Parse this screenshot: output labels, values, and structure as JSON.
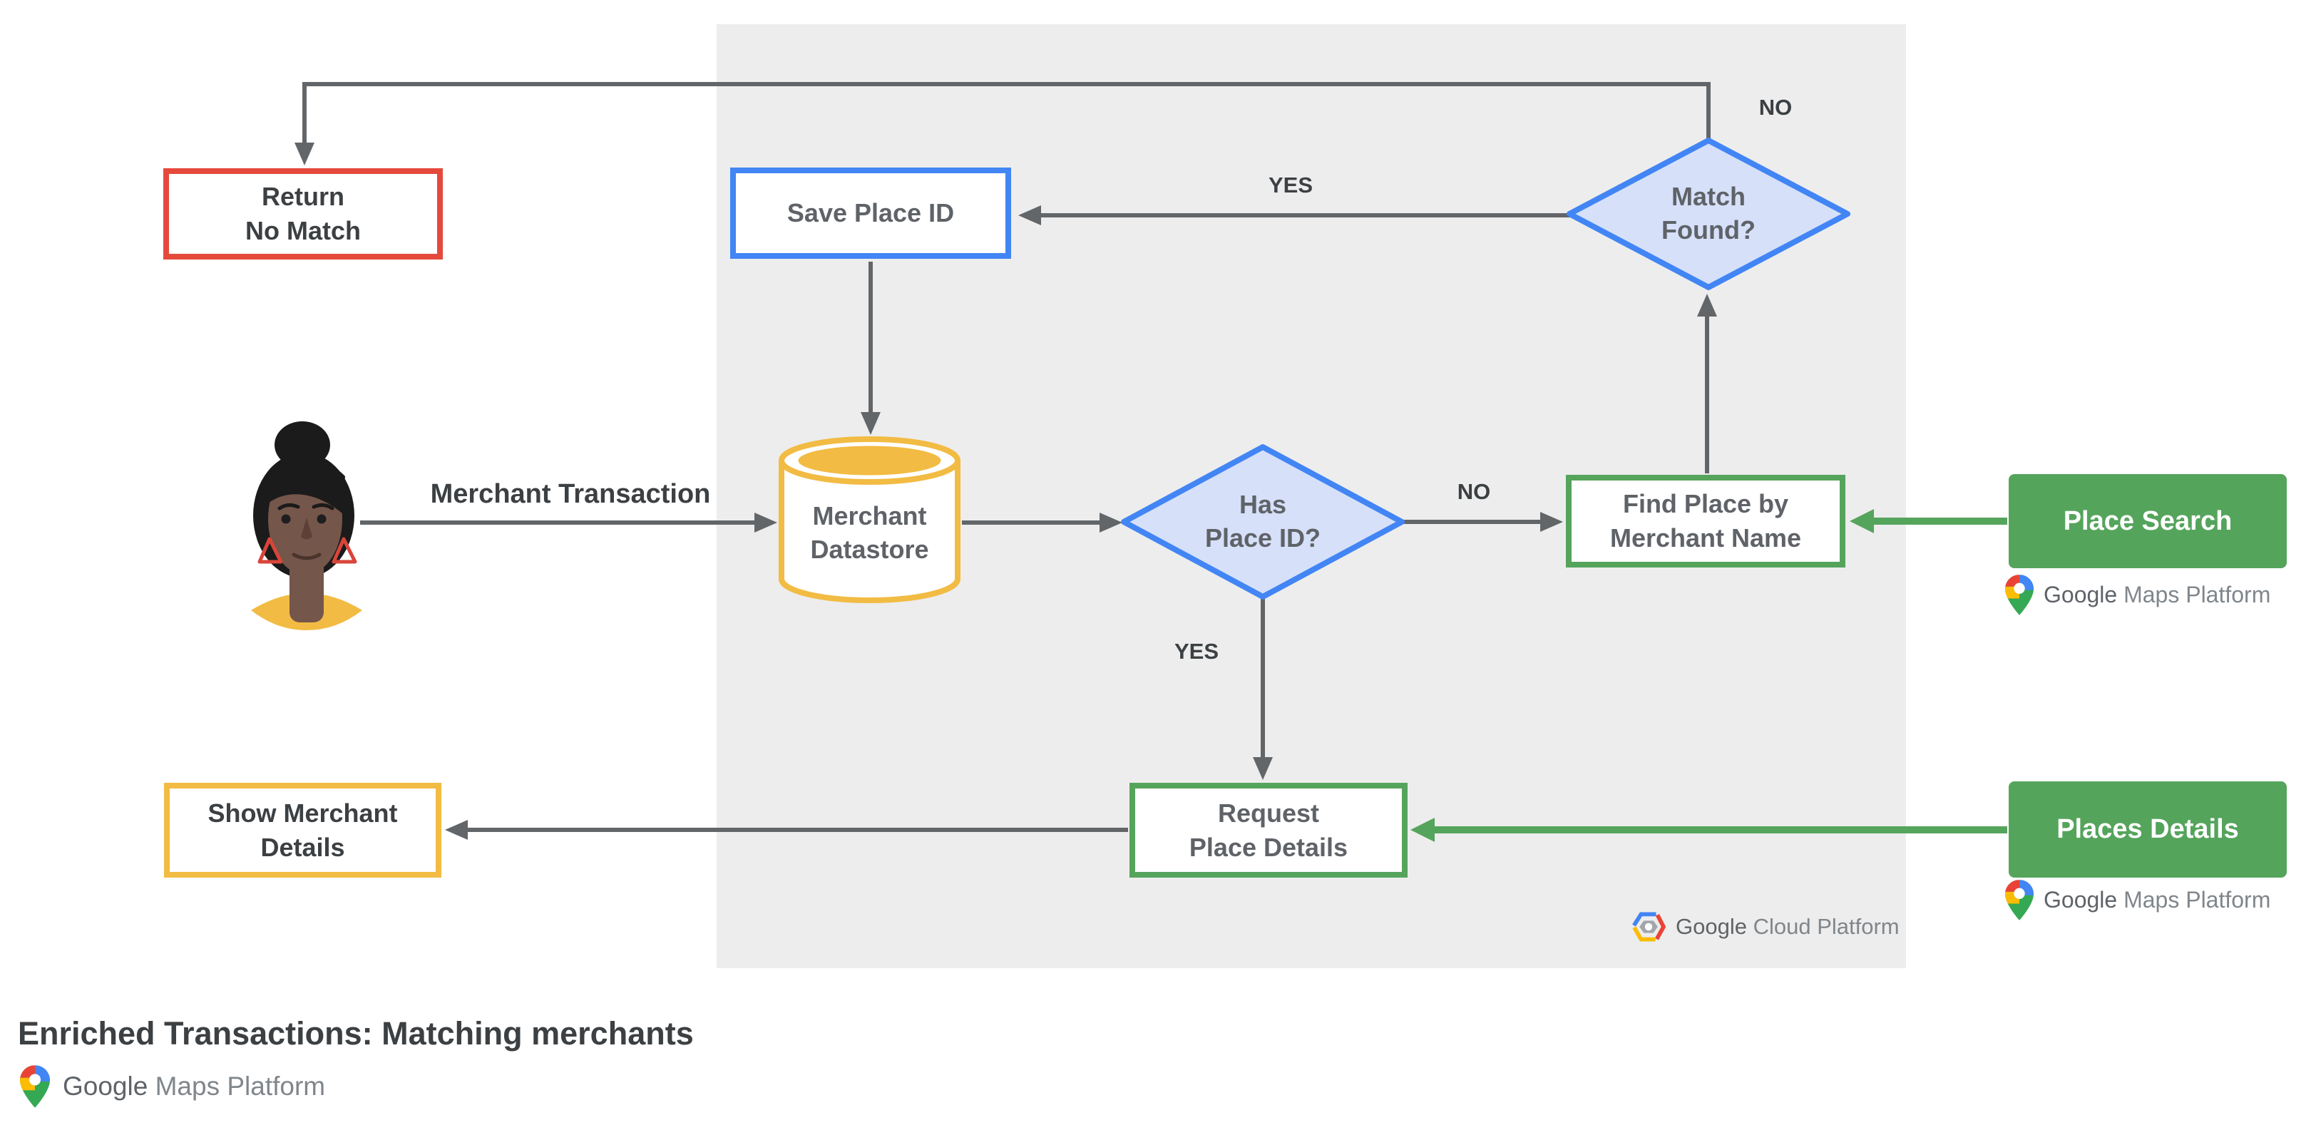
{
  "title": "Enriched Transactions: Matching merchants",
  "colors": {
    "red_border": "#E5493C",
    "blue_border": "#4285F4",
    "diamond_fill": "#D6E0F9",
    "yellow": "#F2BB43",
    "green": "#55A45C",
    "line_gray": "#636669",
    "text_dark": "#3C4043",
    "text_gray": "#5F6368",
    "panel_bg": "#EDEDED"
  },
  "nodes": {
    "return_no_match": {
      "line1": "Return",
      "line2": "No Match"
    },
    "save_place_id": {
      "label": "Save Place ID"
    },
    "match_found": {
      "line1": "Match",
      "line2": "Found?"
    },
    "merchant_datastore": {
      "line1": "Merchant",
      "line2": "Datastore"
    },
    "has_place_id": {
      "line1": "Has",
      "line2": "Place ID?"
    },
    "find_place": {
      "line1": "Find Place by",
      "line2": "Merchant Name"
    },
    "request_place_details": {
      "line1": "Request",
      "line2": "Place Details"
    },
    "show_merchant_details": {
      "line1": "Show Merchant",
      "line2": "Details"
    },
    "place_search": {
      "label": "Place Search"
    },
    "places_details": {
      "label": "Places Details"
    }
  },
  "edge_labels": {
    "yes_top": "YES",
    "no_top": "NO",
    "no_mid": "NO",
    "yes_mid": "YES",
    "merchant_transaction": "Merchant Transaction"
  },
  "logos": {
    "maps_platform": {
      "google": "Google",
      "rest": "Maps Platform"
    },
    "cloud_platform": {
      "google": "Google",
      "rest": "Cloud Platform"
    }
  }
}
